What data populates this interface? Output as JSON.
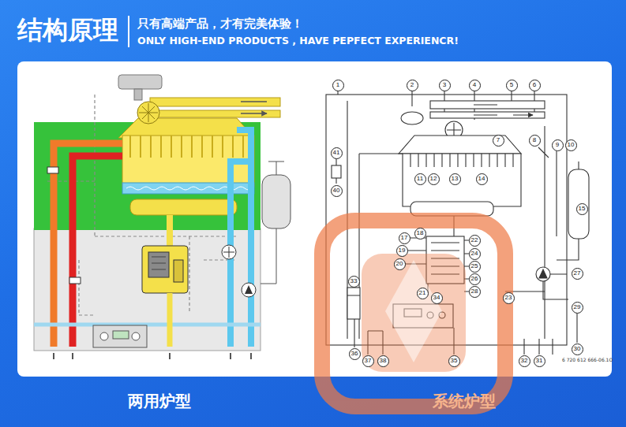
{
  "diagram": {
    "title": "结构原理",
    "nodes": [
      {
        "text": [
          "1"
        ]
      },
      {
        "text": [
          "2"
        ]
      },
      {
        "text": [
          "3"
        ]
      },
      {
        "text": [
          "4"
        ]
      },
      {
        "text": [
          "5"
        ]
      },
      {
        "text": [
          "6"
        ]
      },
      {
        "text": [
          "7"
        ]
      },
      {
        "text": [
          "8"
        ]
      },
      {
        "text": [
          "9"
        ]
      },
      {
        "text": [
          "10"
        ]
      },
      {
        "text": [
          "41"
        ]
      },
      {
        "text": [
          "11"
        ]
      },
      {
        "text": [
          "12"
        ]
      },
      {
        "text": [
          "13"
        ]
      },
      {
        "text": [
          "14"
        ]
      },
      {
        "text": [
          "40"
        ]
      },
      {
        "text": [
          "15"
        ]
      },
      {
        "text": [
          "18"
        ]
      },
      {
        "text": [
          "17"
        ]
      },
      {
        "text": [
          "22"
        ]
      },
      {
        "text": [
          "19"
        ]
      },
      {
        "text": [
          "24"
        ]
      },
      {
        "text": [
          "20"
        ]
      },
      {
        "text": [
          "25"
        ]
      },
      {
        "text": [
          "27"
        ]
      },
      {
        "text": [
          "21"
        ]
      },
      {
        "text": [
          "26"
        ]
      },
      {
        "text": [
          "28"
        ]
      },
      {
        "text": [
          "33"
        ]
      },
      {
        "text": [
          "23"
        ]
      },
      {
        "text": [
          "34"
        ]
      },
      {
        "text": [
          "29"
        ]
      },
      {
        "text": [
          "30"
        ]
      },
      {
        "text": [
          "36"
        ]
      },
      {
        "text": [
          "37"
        ]
      },
      {
        "text": [
          "38"
        ]
      },
      {
        "text": [
          "35"
        ]
      },
      {
        "text": [
          "32"
        ]
      },
      {
        "text": [
          "31"
        ]
      }
    ],
    "labels": [
      "只有高端产品，才有完美体验！",
      "ONLY HIGH-END PRODUCTS , HAVE PEPFECT EXPERIENCR!",
      "6 720 612 666-06.1O",
      "两用炉型",
      "系统炉型"
    ]
  }
}
